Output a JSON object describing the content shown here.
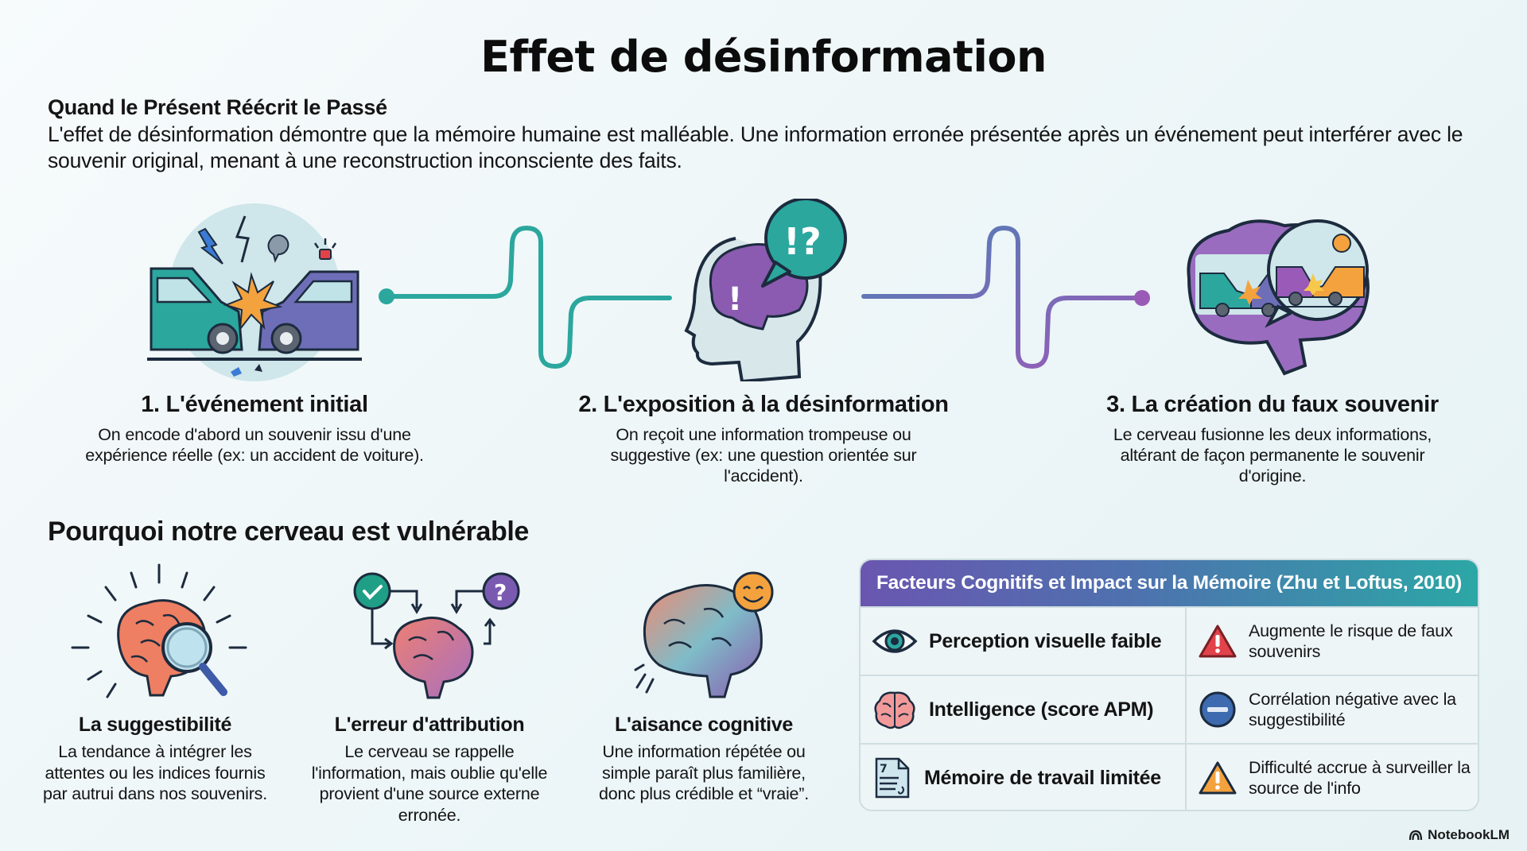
{
  "title": "Effet de désinformation",
  "intro": {
    "heading": "Quand le Présent Réécrit le Passé",
    "body": "L'effet de désinformation démontre que la mémoire humaine est malléable. Une information erronée présentée après un événement peut interférer avec le souvenir original, menant à une reconstruction inconsciente des faits."
  },
  "steps": [
    {
      "title": "1. L'événement initial",
      "description": "On encode d'abord un souvenir issu d'une expérience réelle (ex: un accident de voiture).",
      "icon": "car-crash-icon"
    },
    {
      "title": "2. L'exposition à la désinformation",
      "description": "On reçoit une information trompeuse ou suggestive (ex: une question orientée sur l'accident).",
      "icon": "head-question-icon",
      "bubble_text": "!?"
    },
    {
      "title": "3. La création du faux souvenir",
      "description": "Le cerveau fusionne les deux informations, altérant de façon permanente le souvenir d'origine.",
      "icon": "brain-merged-memory-icon"
    }
  ],
  "vulnerability": {
    "heading": "Pourquoi notre cerveau est vulnérable",
    "factors": [
      {
        "title": "La suggestibilité",
        "description": "La tendance à intégrer les attentes ou les indices fournis par autrui dans nos souvenirs.",
        "icon": "brain-magnifier-icon"
      },
      {
        "title": "L'erreur d'attribution",
        "description": "Le cerveau se rappelle l'information, mais oublie qu'elle provient d'une source externe erronée.",
        "icon": "brain-source-arrows-icon"
      },
      {
        "title": "L'aisance cognitive",
        "description": "Une information répétée ou simple paraît plus familière, donc plus crédible et “vraie”.",
        "icon": "brain-smiley-icon"
      }
    ]
  },
  "table": {
    "header": "Facteurs Cognitifs et Impact sur la Mémoire (Zhu et Loftus, 2010)",
    "rows": [
      {
        "factor": "Perception visuelle faible",
        "factor_icon": "eye-icon",
        "impact": "Augmente le risque de faux souvenirs",
        "impact_icon": "warning-red-icon"
      },
      {
        "factor": "Intelligence (score APM)",
        "factor_icon": "brain-icon",
        "impact": "Corrélation négative avec la suggestibilité",
        "impact_icon": "minus-circle-icon"
      },
      {
        "factor": "Mémoire de travail limitée",
        "factor_icon": "document-icon",
        "impact": "Difficulté accrue à surveiller la source de l'info",
        "impact_icon": "warning-orange-icon"
      }
    ]
  },
  "colors": {
    "teal": "#2ba79e",
    "blue": "#4e7fb5",
    "purple": "#8a5bb0",
    "red": "#e2434a",
    "orange": "#f3a23e",
    "dark": "#1c2b3e"
  },
  "brand": "NotebookLM"
}
